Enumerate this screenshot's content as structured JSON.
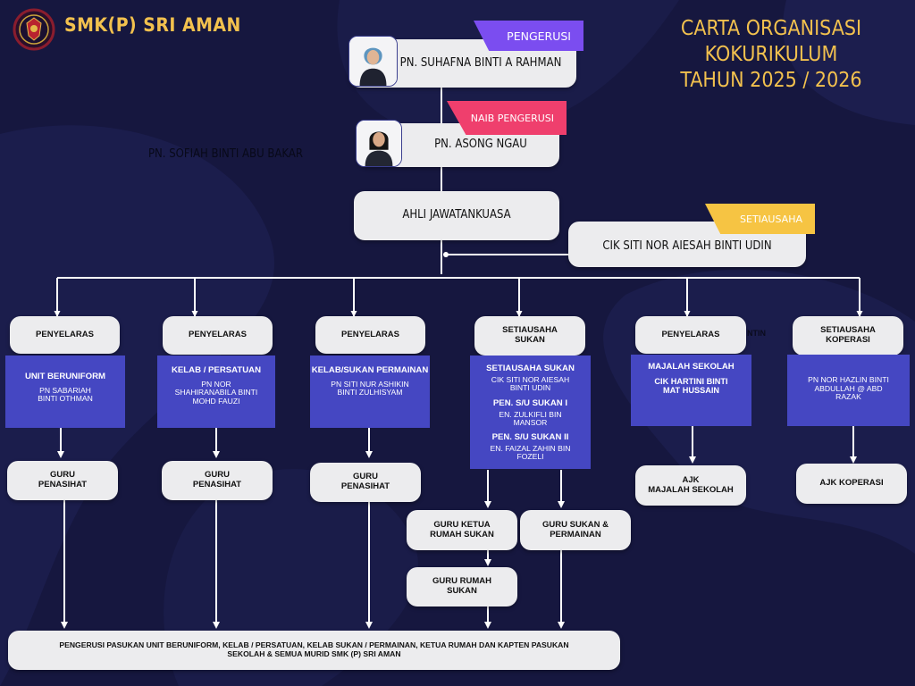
{
  "header": {
    "school_name": "SMK(P) SRI AMAN",
    "title": "CARTA ORGANISASI KOKURIKULUM\nTAHUN 2025 / 2026"
  },
  "stray_text": "PN. SOFIAH BINTI ABU BAKAR",
  "stray_text_2": "NTIN",
  "chair": {
    "role": "PENGERUSI",
    "name": "PN. SUHAFNA BINTI A RAHMAN"
  },
  "vice_chair": {
    "role": "NAIB PENGERUSI",
    "name": "PN. ASONG NGAU"
  },
  "committee": {
    "label": "AHLI JAWATANKUASA"
  },
  "secretary": {
    "role": "SETIAUSAHA",
    "name": "CIK SITI NOR AIESAH BINTI UDIN"
  },
  "columns": [
    {
      "header": "PENYELARAS",
      "unit": "UNIT BERUNIFORM",
      "person": "PN SABARIAH\nBINTI OTHMAN",
      "below": "GURU\nPENASIHAT"
    },
    {
      "header": "PENYELARAS",
      "unit": "KELAB / PERSATUAN",
      "person": "PN NOR\nSHAHIRANABILA BINTI\nMOHD FAUZI",
      "below": "GURU\nPENASIHAT"
    },
    {
      "header": "PENYELARAS",
      "unit": "KELAB/SUKAN PERMAINAN",
      "person": "PN SITI NUR ASHIKIN\nBINTI ZULHISYAM",
      "below": "GURU\nPENASIHAT"
    },
    {
      "header": "SETIAUSAHA\nSUKAN",
      "unit": "SETIAUSAHA SUKAN",
      "person": "CIK SITI NOR AIESAH\nBINTI UDIN",
      "sub1_title": "PEN. S/U SUKAN I",
      "sub1_person": "EN. ZULKIFLI BIN\nMANSOR",
      "sub2_title": "PEN. S/U SUKAN II",
      "sub2_person": "EN. FAIZAL ZAHIN BIN\nFOZELI",
      "below_a": "GURU KETUA\nRUMAH SUKAN",
      "below_b": "GURU SUKAN &\nPERMAINAN",
      "below_c": "GURU RUMAH\nSUKAN"
    },
    {
      "header": "PENYELARAS",
      "unit": "MAJALAH SEKOLAH",
      "person": "CIK HARTINI BINTI\nMAT HUSSAIN",
      "below": "AJK\nMAJALAH SEKOLAH"
    },
    {
      "header": "SETIAUSAHA\nKOPERASI",
      "unit": "",
      "person": "PN NOR HAZLIN BINTI\nABDULLAH @ ABD\nRAZAK",
      "below": "AJK KOPERASI"
    }
  ],
  "footer": {
    "text": "PENGERUSI PASUKAN UNIT BERUNIFORM, KELAB / PERSATUAN, KELAB SUKAN / PERMAINAN, KETUA RUMAH DAN KAPTEN PASUKAN\nSEKOLAH & SEMUA MURID SMK (P) SRI AMAN"
  },
  "colors": {
    "background": "#16173f",
    "accent_gold": "#f2c14e",
    "box_blue": "#4547c2",
    "tag_purple": "#7b4df0",
    "tag_pink": "#ef3f6d",
    "tag_yellow": "#f6c443"
  }
}
